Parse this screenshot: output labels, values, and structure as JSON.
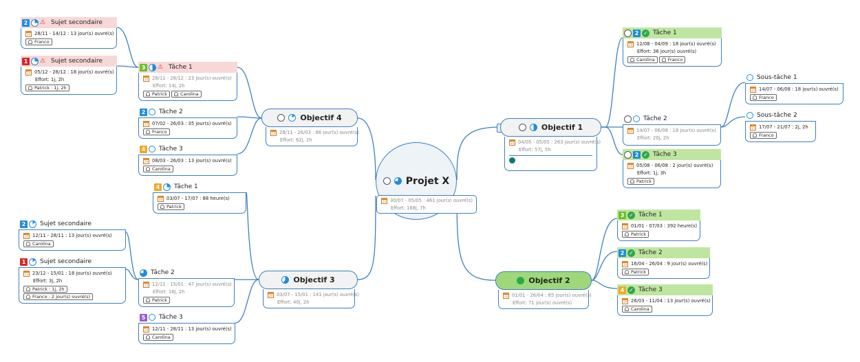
{
  "root": {
    "title": "Projet X",
    "dates": "30/07 - 05/05 : 461 jour(s) ouvré(s)",
    "effort": "Effort: 168j, 7h"
  },
  "obj1": {
    "title": "Objectif 1",
    "dates": "04/05 - 05/05 : 263 jour(s) ouvré(s)",
    "effort": "Effort: 57j, 5h"
  },
  "obj2": {
    "title": "Objectif 2",
    "dates": "01/01 - 26/04 : 85 jour(s) ouvré(s)",
    "effort": "Effort: 71 jour(s) ouvré(s)"
  },
  "obj3": {
    "title": "Objectif 3",
    "dates": "03/07 - 15/01 : 141 jour(s) ouvré(s)",
    "effort": "Effort: 40j, 2h"
  },
  "obj4": {
    "title": "Objectif 4",
    "dates": "28/11 - 26/03 : 86 jour(s) ouvré(s)",
    "effort": "Effort: 62j, 2h"
  },
  "o1t1": {
    "prio": "2",
    "title": "Tâche 1",
    "dates": "12/08 - 04/09 : 18 jour(s) ouvré(s)",
    "effort": "Effort: 36 jour(s) ouvré(s)",
    "res": [
      "Carolina",
      "Franco"
    ]
  },
  "o1t2": {
    "title": "Tâche 2",
    "dates": "14/07 - 06/08 : 18 jour(s) ouvré(s)",
    "effort": "Effort: 20j, 2h"
  },
  "o1t3": {
    "prio": "2",
    "title": "Tâche 3",
    "dates": "05/08 - 06/08 : 2 jour(s) ouvré(s)",
    "effort": "Effort: 1j, 3h",
    "res": [
      "Patrick"
    ]
  },
  "st1": {
    "title": "Sous-tâche 1",
    "dates": "14/07 - 06/08 : 18 jour(s) ouvré(s)",
    "res": [
      "Franco"
    ]
  },
  "st2": {
    "title": "Sous-tâche 2",
    "dates": "17/07 - 21/07 : 2j, 2h",
    "res": [
      "Franco"
    ]
  },
  "o2t1": {
    "prio": "3",
    "title": "Tâche 1",
    "dates": "01/01 - 07/03 : 392 heure(s)",
    "res": [
      "Patrick"
    ]
  },
  "o2t2": {
    "prio": "2",
    "title": "Tâche 2",
    "dates": "16/04 - 26/04 : 9 jour(s) ouvré(s)",
    "res": [
      "Patrick"
    ]
  },
  "o2t3": {
    "prio": "4",
    "title": "Tâche 3",
    "dates": "26/03 - 11/04 : 13 jour(s) ouvré(s)",
    "res": [
      "Carolina"
    ]
  },
  "o4t1": {
    "prio": "3",
    "title": "Tâche 1",
    "dates": "28/11 - 28/12 : 23 jour(s) ouvré(s)",
    "effort": "Effort: 14j, 2h",
    "res": [
      "Patrick",
      "Carolina"
    ]
  },
  "o4t2": {
    "prio": "2",
    "title": "Tâche 2",
    "dates": "07/02 - 26/03 : 35 jour(s) ouvré(s)",
    "res": [
      "Franco"
    ]
  },
  "o4t3": {
    "prio": "4",
    "title": "Tâche 3",
    "dates": "08/03 - 26/03 : 13 jour(s) ouvré(s)",
    "res": [
      "Carolina"
    ]
  },
  "o4s1": {
    "prio": "2",
    "title": "Sujet secondaire",
    "dates": "28/11 - 14/12 : 13 jour(s) ouvré(s)",
    "res": [
      "Franco"
    ]
  },
  "o4s2": {
    "prio": "1",
    "title": "Sujet secondaire",
    "dates": "05/12 - 28/12 : 18 jour(s) ouvré(s)",
    "effort": "Effort: 1j, 2h",
    "res": [
      "Patrick : 1j, 2h"
    ]
  },
  "o3t1": {
    "prio": "4",
    "title": "Tâche 1",
    "dates": "03/07 - 17/07 : 88 heure(s)",
    "res": [
      "Patrick"
    ]
  },
  "o3t2": {
    "title": "Tâche 2",
    "dates": "12/11 - 15/01 : 47 jour(s) ouvré(s)",
    "effort": "Effort: 16j, 2h",
    "res": [
      "Patrick"
    ]
  },
  "o3t3": {
    "prio": "5",
    "title": "Tâche 3",
    "dates": "12/11 - 28/11 : 13 jour(s) ouvré(s)",
    "res": [
      "Carolina"
    ]
  },
  "o3s1": {
    "prio": "2",
    "title": "Sujet secondaire",
    "dates": "12/11 - 28/11 : 13 jour(s) ouvré(s)",
    "res": [
      "Carolina"
    ]
  },
  "o3s2": {
    "prio": "1",
    "title": "Sujet secondaire",
    "dates": "23/12 - 15/01 : 18 jour(s) ouvré(s)",
    "effort": "Effort: 3j, 2h",
    "res": [
      "Patrick : 1j, 2h",
      "Franco : 2 jour(s) ouvré(s)"
    ]
  },
  "colors": {
    "line": "#3c7fc1",
    "pink": "#f8d7d7",
    "green": "#bfe6a0",
    "objgreen": "#9ed87a"
  }
}
